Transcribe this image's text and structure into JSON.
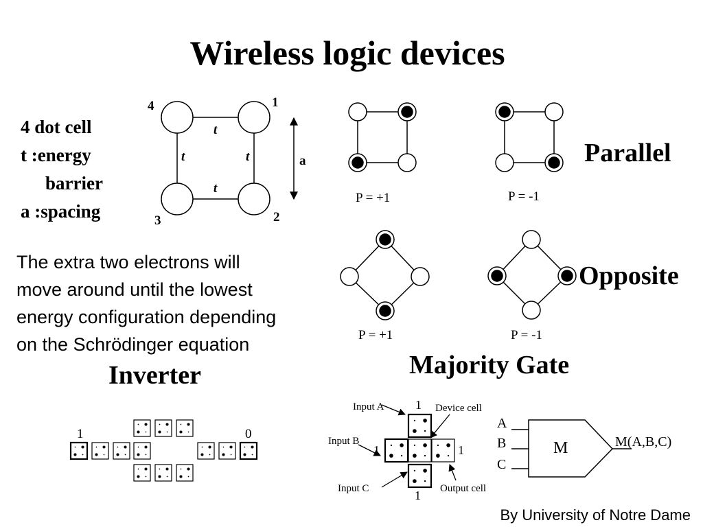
{
  "title": "Wireless logic devices",
  "cell_legend": {
    "line1": "4 dot cell",
    "line2": "t :energy",
    "line3": "barrier",
    "line4": "a :spacing"
  },
  "cell_diagram": {
    "dot_labels": [
      "4",
      "1",
      "3",
      "2"
    ],
    "barrier_label": "t",
    "spacing_label": "a"
  },
  "description": [
    "The extra two electrons will",
    "move around until the lowest",
    "energy configuration depending",
    "on the Schrödinger equation"
  ],
  "polarization": {
    "parallel_heading": "Parallel",
    "opposite_heading": "Opposite",
    "parallel_plus_label": "P = +1",
    "parallel_minus_label": "P = -1",
    "opposite_plus_label": "P = +1",
    "opposite_minus_label": "P = -1"
  },
  "inverter": {
    "heading": "Inverter",
    "input_label": "1",
    "output_label": "0"
  },
  "majority_gate": {
    "heading": "Majority Gate",
    "input_a_label": "Input A",
    "input_b_label": "Input B",
    "input_c_label": "Input C",
    "device_cell_label": "Device cell",
    "output_cell_label": "Output cell",
    "value_top": "1",
    "value_left": "1",
    "value_bottom": "1",
    "value_right": "1",
    "gate_input_a": "A",
    "gate_input_b": "B",
    "gate_input_c": "C",
    "gate_symbol": "M",
    "gate_output": "M(A,B,C)"
  },
  "credit": "By University of Notre Dame"
}
